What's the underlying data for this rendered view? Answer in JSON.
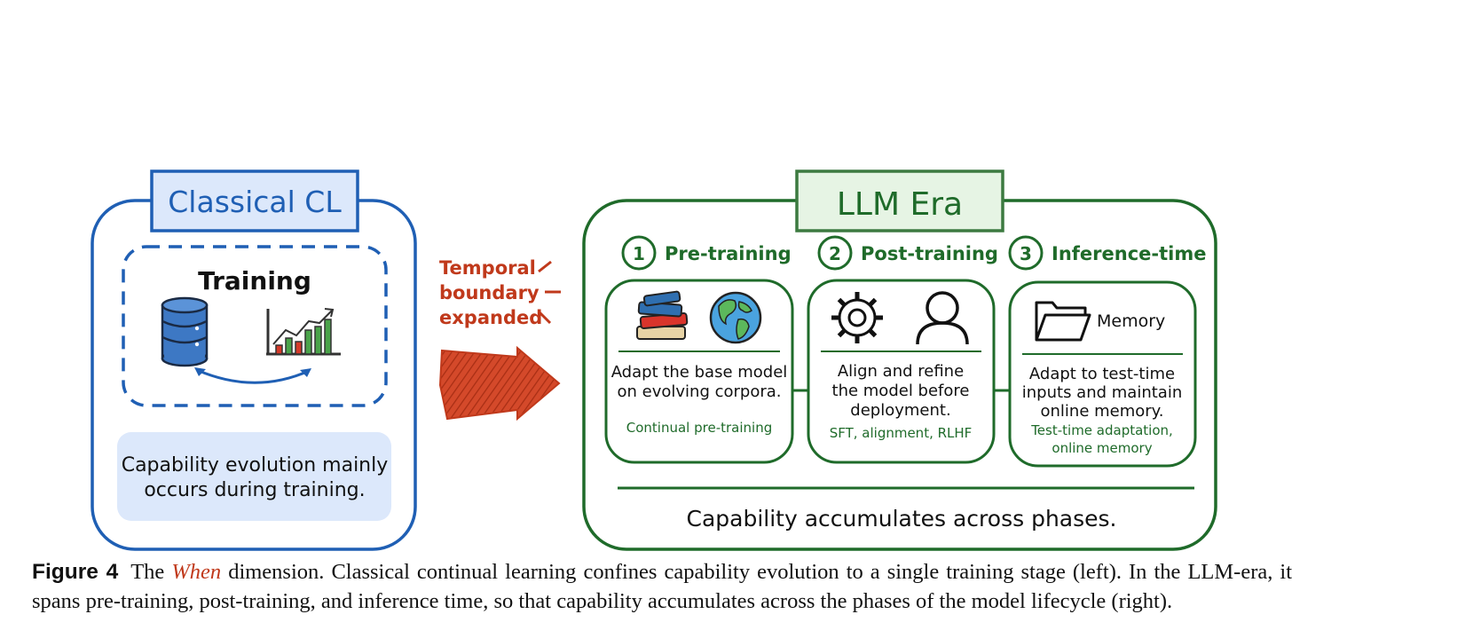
{
  "left_panel": {
    "title": "Classical CL",
    "training_label": "Training",
    "note_line1": "Capability evolution mainly",
    "note_line2": "occurs during training."
  },
  "temporal": {
    "line1": "Temporal",
    "line2": "boundary",
    "line3": "expanded"
  },
  "right_panel": {
    "title": "LLM Era",
    "phases": [
      {
        "num": "1",
        "title": "Pre-training",
        "desc1": "Adapt the base model",
        "desc2": "on evolving corpora.",
        "desc3": "",
        "tag1": "Continual pre-training",
        "tag2": ""
      },
      {
        "num": "2",
        "title": "Post-training",
        "desc1": "Align and refine",
        "desc2": "the model before",
        "desc3": "deployment.",
        "tag1": "SFT, alignment, RLHF",
        "tag2": ""
      },
      {
        "num": "3",
        "title": "Inference-time",
        "desc1": "Adapt to test-time",
        "desc2": "inputs and maintain",
        "desc3": "online memory.",
        "tag1": "Test-time adaptation,",
        "tag2": "online memory",
        "memory_label": "Memory"
      }
    ],
    "footer": "Capability accumulates across phases."
  },
  "icons": [
    "database-icon",
    "bar-chart-icon",
    "books-icon",
    "globe-icon",
    "gear-icon",
    "person-icon",
    "folder-icon"
  ],
  "colors": {
    "blue": "#1f5fb4",
    "green": "#1f6b2a",
    "red": "#c0391b",
    "light_blue": "#dce8fb",
    "light_green": "#e6f4e4"
  },
  "caption": {
    "label": "Figure 4",
    "pre": "The ",
    "when": "When",
    "post": " dimension. Classical continual learning confines capability evolution to a single training stage (left). In the LLM-era, it spans pre-training, post-training, and inference time, so that capability accumulates across the phases of the model lifecycle (right)."
  }
}
